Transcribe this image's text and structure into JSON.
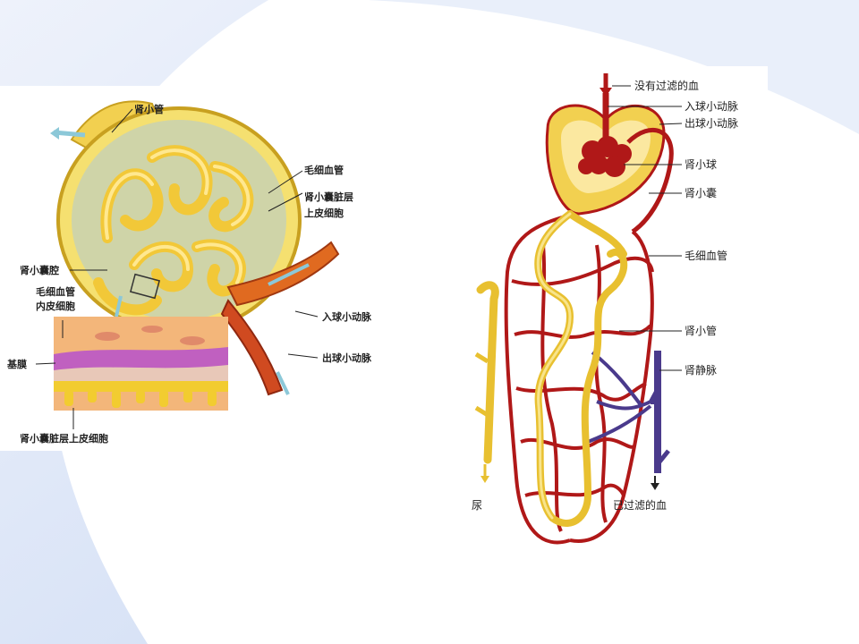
{
  "left_figure": {
    "labels": {
      "tubule": "肾小管",
      "capillary": "毛细血管",
      "visceral_layer": "肾小囊脏层\n上皮细胞",
      "capsule_cavity": "肾小囊腔",
      "endothelial": "毛细血管\n内皮细胞",
      "basement": "基膜",
      "podocyte": "肾小囊脏层上皮细胞",
      "afferent": "入球小动脉",
      "efferent": "出球小动脉"
    }
  },
  "right_figure": {
    "labels": {
      "unfiltered_blood": "没有过滤的血",
      "afferent": "入球小动脉",
      "efferent": "出球小动脉",
      "glomerulus": "肾小球",
      "capsule": "肾小囊",
      "capillary": "毛细血管",
      "tubule": "肾小管",
      "renal_vein": "肾静脉",
      "urine": "尿",
      "filtered_blood": "已过滤的血"
    }
  },
  "colors": {
    "background_blue": "#d8e4f8",
    "artery_red": "#b01818",
    "vein_purple": "#4a3a8c",
    "tubule_yellow": "#f0d040"
  }
}
